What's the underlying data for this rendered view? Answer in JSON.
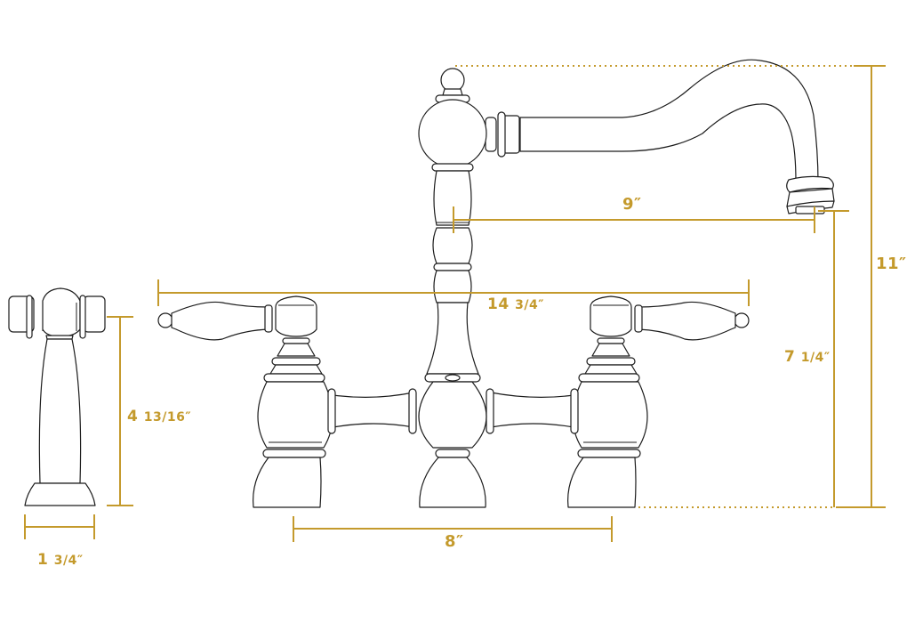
{
  "diagram": {
    "type": "dimension drawing",
    "subject": "Bridge kitchen faucet with side spray",
    "colors": {
      "dimension": "#c49a2c",
      "outline": "#1c1c1c",
      "background": "#ffffff"
    },
    "dimensions": {
      "spout_reach": "9″",
      "total_height": "11″",
      "spout_height": "7 1/4″",
      "overall_width": "14 3/4″",
      "center_spacing": "8″",
      "spray_height": "4 13/16″",
      "spray_base_width": "1 3/4″"
    },
    "labels": {
      "spout_reach_whole": "9″",
      "total_height_whole": "11″",
      "spout_height_whole": "7",
      "spout_height_frac": "1/4″",
      "overall_width_whole": "14",
      "overall_width_frac": "3/4″",
      "center_spacing_whole": "8″",
      "spray_height_whole": "4",
      "spray_height_frac": "13/16″",
      "spray_base_whole": "1",
      "spray_base_frac": "3/4″"
    }
  }
}
